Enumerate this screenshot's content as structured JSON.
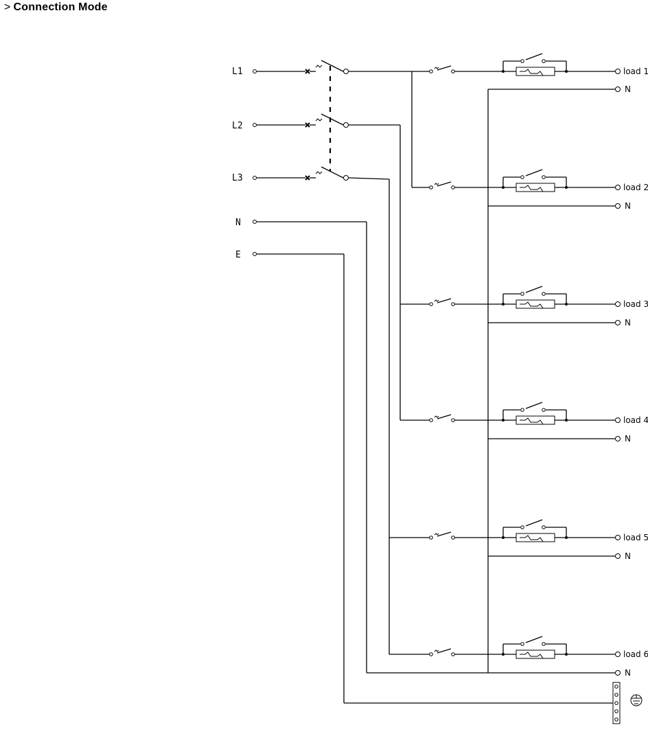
{
  "header": {
    "prefix": ">",
    "title": "Connection Mode"
  },
  "inputs": [
    "L1",
    "L2",
    "L3",
    "N",
    "E"
  ],
  "loads": [
    {
      "label": "load 1",
      "neutral": "N"
    },
    {
      "label": "load 2",
      "neutral": "N"
    },
    {
      "label": "load 3",
      "neutral": "N"
    },
    {
      "label": "load 4",
      "neutral": "N"
    },
    {
      "label": "load 5",
      "neutral": "N"
    },
    {
      "label": "load 6",
      "neutral": "N"
    }
  ],
  "neutral_bus": {
    "label": "N"
  },
  "earth": {
    "icon": "earth-ground-icon"
  }
}
